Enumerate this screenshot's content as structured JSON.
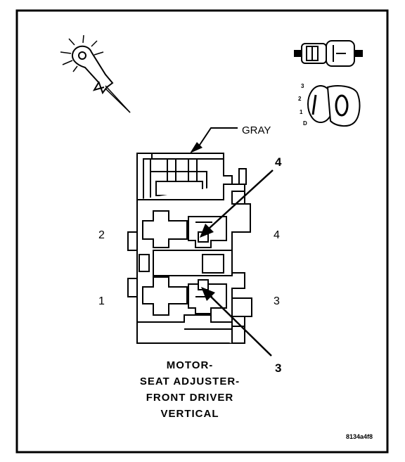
{
  "connector_color_label": "GRAY",
  "pin_labels": {
    "pin_2": "2",
    "pin_1": "1",
    "pin_4": "4",
    "pin_3": "3"
  },
  "callouts": {
    "callout_4": "4",
    "callout_3": "3"
  },
  "key_icon": {
    "positions": [
      "3",
      "2",
      "1",
      "D"
    ]
  },
  "caption": {
    "line_1": "MOTOR-",
    "line_2": "SEAT ADJUSTER-",
    "line_3": "FRONT DRIVER",
    "line_4": "VERTICAL"
  },
  "figure_id": "8134a4f8"
}
